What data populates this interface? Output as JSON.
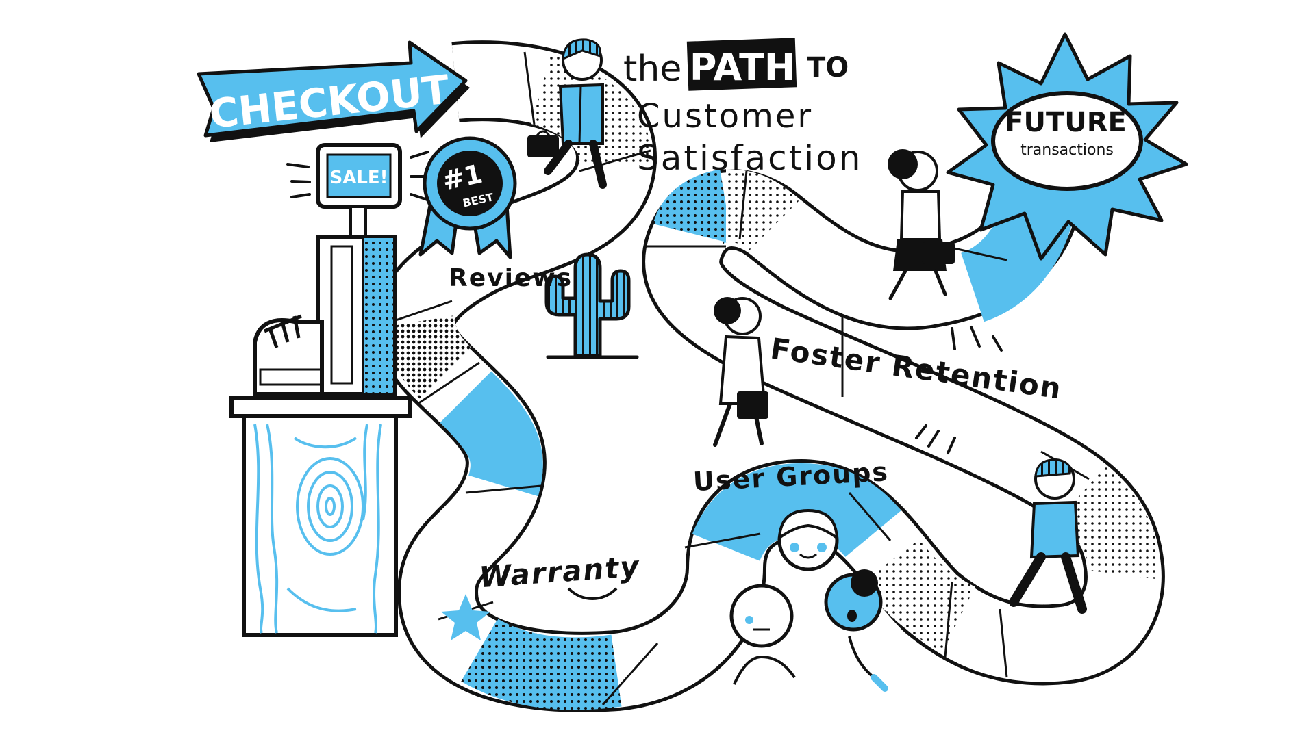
{
  "title": {
    "word_the": "the",
    "word_path": "PATH",
    "word_to": "TO",
    "line2": "Customer",
    "line3": "Satisfaction"
  },
  "checkout_arrow": {
    "label": "CHECKOUT"
  },
  "register": {
    "sign": "SALE!"
  },
  "badge": {
    "rank": "#1",
    "text": "BEST"
  },
  "burst": {
    "line1": "FUTURE",
    "line2": "transactions"
  },
  "stages": {
    "reviews": "Reviews",
    "foster_retention": "Foster Retention",
    "user_groups": "User Groups",
    "warranty": "Warranty"
  },
  "colors": {
    "accent": "#57bfee",
    "ink": "#111111",
    "paper": "#ffffff"
  }
}
